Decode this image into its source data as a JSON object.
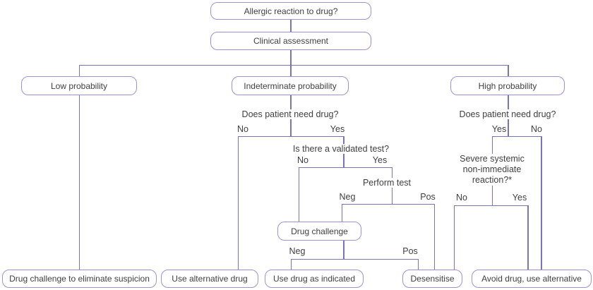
{
  "colors": {
    "box_border": "#9a94d2",
    "line": "#7874b6",
    "text": "#3f3f3f"
  },
  "nodes": {
    "allergic": {
      "label": "Allergic reaction to drug?"
    },
    "clinical": {
      "label": "Clinical assessment"
    },
    "low": {
      "label": "Low probability"
    },
    "indeterminate": {
      "label": "Indeterminate probability"
    },
    "high": {
      "label": "High probability"
    },
    "drug_challenge": {
      "label": "Drug challenge"
    },
    "outcome_suspicion": {
      "label": "Drug challenge to eliminate suspicion"
    },
    "outcome_alternative": {
      "label": "Use alternative drug"
    },
    "outcome_indicated": {
      "label": "Use drug as indicated"
    },
    "outcome_desensitise": {
      "label": "Desensitise"
    },
    "outcome_avoid": {
      "label": "Avoid drug, use alternative"
    }
  },
  "questions": {
    "mid_need": "Does patient need drug?",
    "high_need": "Does patient need drug?",
    "validated_test": "Is there a validated test?",
    "perform_test": "Perform test",
    "severe": "Severe systemic\nnon-immediate\nreaction?*"
  },
  "branch_labels": {
    "mid_no": "No",
    "mid_yes": "Yes",
    "test_no": "No",
    "test_yes": "Yes",
    "perform_neg": "Neg",
    "perform_pos": "Pos",
    "challenge_neg": "Neg",
    "challenge_pos": "Pos",
    "high_yes": "Yes",
    "high_no": "No",
    "severe_no": "No",
    "severe_yes": "Yes"
  }
}
